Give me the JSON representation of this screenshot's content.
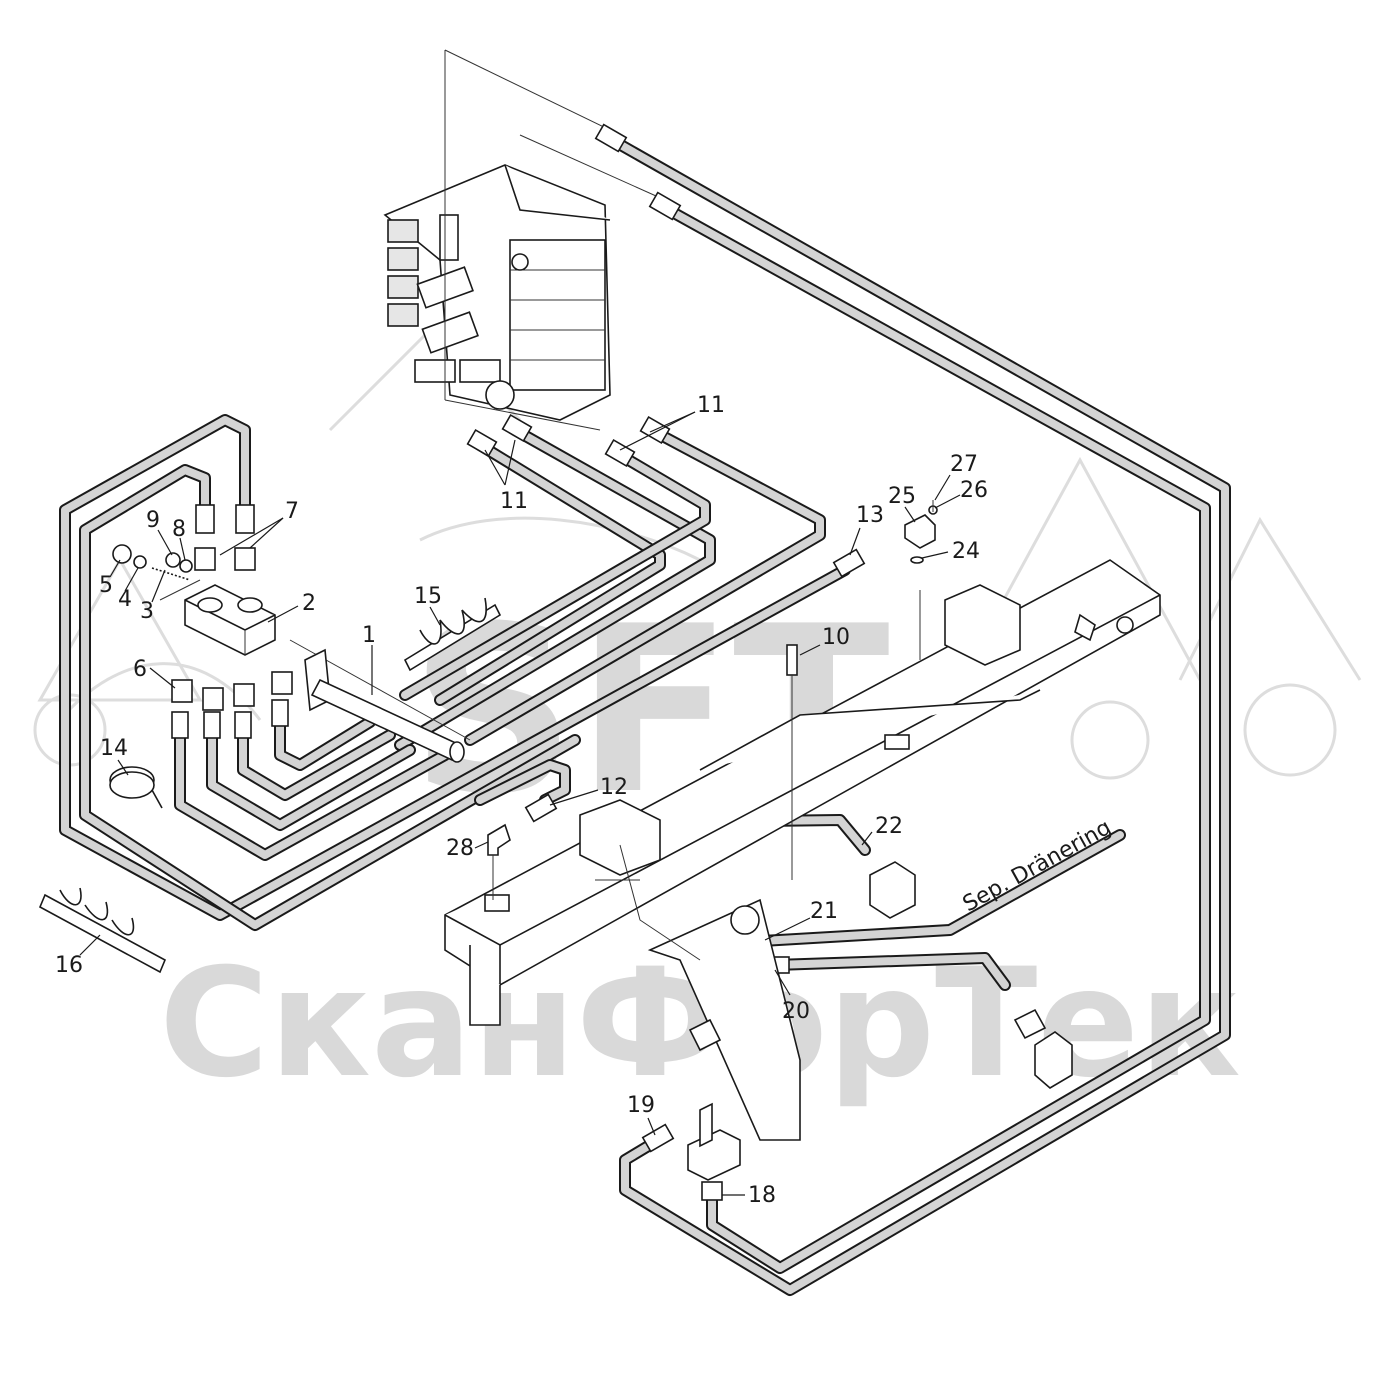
{
  "watermark": {
    "logo_text": "SFT",
    "brand_text": "СканФорТек"
  },
  "drain_label": "Sep. Dränering",
  "callouts": [
    {
      "id": "1",
      "text": "1"
    },
    {
      "id": "2",
      "text": "2"
    },
    {
      "id": "3",
      "text": "3"
    },
    {
      "id": "4",
      "text": "4"
    },
    {
      "id": "5",
      "text": "5"
    },
    {
      "id": "6",
      "text": "6"
    },
    {
      "id": "7",
      "text": "7"
    },
    {
      "id": "8",
      "text": "8"
    },
    {
      "id": "9",
      "text": "9"
    },
    {
      "id": "10",
      "text": "10"
    },
    {
      "id": "11a",
      "text": "11"
    },
    {
      "id": "11b",
      "text": "11"
    },
    {
      "id": "12",
      "text": "12"
    },
    {
      "id": "13",
      "text": "13"
    },
    {
      "id": "14",
      "text": "14"
    },
    {
      "id": "15",
      "text": "15"
    },
    {
      "id": "16",
      "text": "16"
    },
    {
      "id": "18",
      "text": "18"
    },
    {
      "id": "19",
      "text": "19"
    },
    {
      "id": "20",
      "text": "20"
    },
    {
      "id": "21",
      "text": "21"
    },
    {
      "id": "22",
      "text": "22"
    },
    {
      "id": "24",
      "text": "24"
    },
    {
      "id": "25",
      "text": "25"
    },
    {
      "id": "26",
      "text": "26"
    },
    {
      "id": "27",
      "text": "27"
    },
    {
      "id": "28",
      "text": "28"
    }
  ]
}
